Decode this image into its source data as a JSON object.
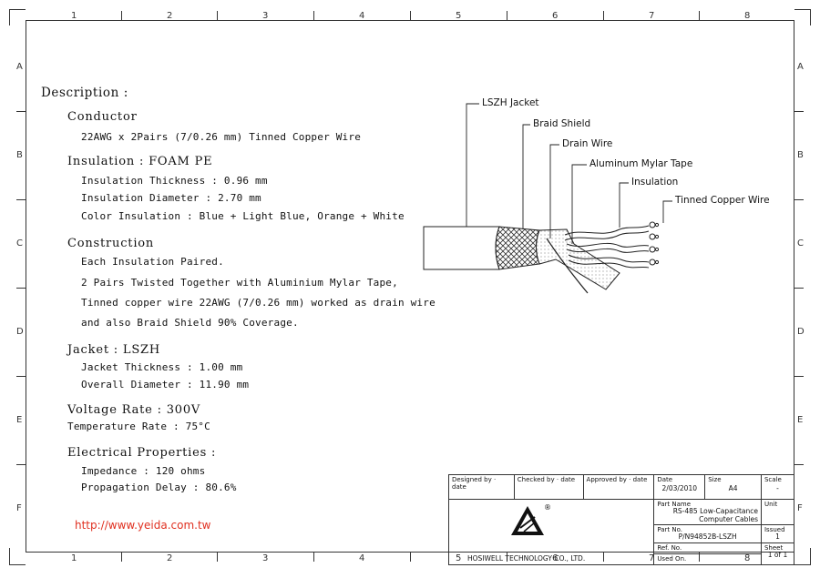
{
  "zones": {
    "columns": [
      "1",
      "2",
      "3",
      "4",
      "5",
      "6",
      "7",
      "8"
    ],
    "rows": [
      "A",
      "B",
      "C",
      "D",
      "E",
      "F"
    ]
  },
  "description": {
    "title": "Description :",
    "conductor": {
      "heading": "Conductor",
      "line": "22AWG x 2Pairs (7/0.26 mm) Tinned Copper Wire"
    },
    "insulation": {
      "heading": "Insulation : FOAM PE",
      "thickness": "Insulation Thickness :  0.96 mm",
      "diameter": "Insulation Diameter :   2.70 mm",
      "color": "Color Insulation : Blue + Light Blue, Orange + White"
    },
    "construction": {
      "heading": "Construction",
      "lines": [
        "Each Insulation Paired.",
        "2 Pairs Twisted Together with Aluminium Mylar Tape,",
        "Tinned copper wire 22AWG (7/0.26 mm) worked as drain wire",
        "and also Braid Shield 90% Coverage."
      ]
    },
    "jacket": {
      "heading": "Jacket : LSZH",
      "thickness": "Jacket Thickness :   1.00 mm",
      "diameter": "Overall Diameter :   11.90 mm"
    },
    "voltage": {
      "heading": "Voltage Rate :  300V",
      "temperature": "Temperature Rate :  75°C"
    },
    "electrical": {
      "heading": "Electrical Properties :",
      "impedance": "Impedance :   120 ohms",
      "delay": "Propagation Delay : 80.6%"
    },
    "url": "http://www.yeida.com.tw"
  },
  "diagram_labels": {
    "lszh_jacket": "LSZH Jacket",
    "braid_shield": "Braid Shield",
    "drain_wire": "Drain Wire",
    "mylar_tape": "Aluminum Mylar Tape",
    "insulation": "Insulation",
    "copper_wire": "Tinned Copper Wire"
  },
  "title_block": {
    "designed_by": "Designed by · date",
    "checked_by": "Checked by · date",
    "approved_by": "Approved by · date",
    "date_label": "Date",
    "date_value": "2/03/2010",
    "size_label": "Size",
    "size_value": "A4",
    "scale_label": "Scale",
    "scale_value": "-",
    "part_name_label": "Part Name",
    "part_name_value": "RS-485 Low-Capacitance Computer Cables",
    "unit_label": "Unit",
    "part_no_label": "Part No.",
    "part_no_value": "P/N94852B-LSZH",
    "issued_label": "Issued",
    "issued_value": "1",
    "ref_no_label": "Ref. No.",
    "sheet_label": "Sheet",
    "sheet_value": "1 of 1",
    "used_on_label": "Used On.",
    "company": "HOSIWELL TECHNOLOGY CO., LTD."
  }
}
